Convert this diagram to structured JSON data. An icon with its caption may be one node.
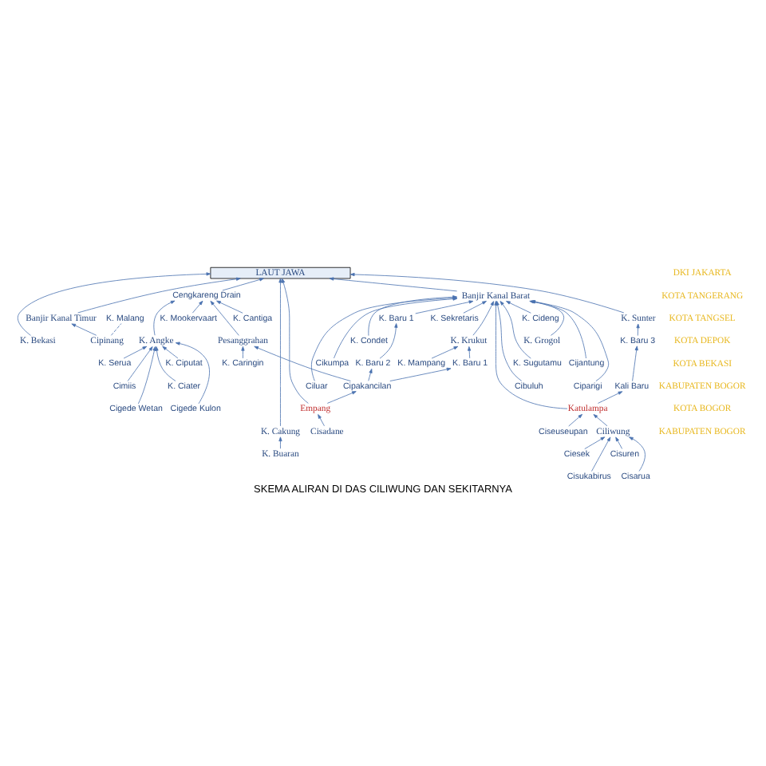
{
  "diagram": {
    "caption": "SKEMA ALIRAN DI DAS CILIWUNG DAN SEKITARNYA",
    "nodes": [
      {
        "text": [
          "LAUT JAWA"
        ]
      },
      {
        "text": [
          "Cengkareng Drain"
        ]
      },
      {
        "text": [
          "K. Mookervaart"
        ]
      },
      {
        "text": [
          "Banjir Kanal Barat"
        ]
      },
      {
        "text": [
          "K. Sekretaris"
        ]
      },
      {
        "text": [
          "K. Cideng"
        ]
      },
      {
        "text": [
          "K. Baru 1"
        ]
      },
      {
        "text": [
          "K. Cantiga"
        ]
      },
      {
        "text": [
          "K. Mampang"
        ]
      },
      {
        "text": [
          "K. Ciputat"
        ]
      },
      {
        "text": [
          "K. Serua"
        ]
      },
      {
        "text": [
          "K. Ciater"
        ]
      },
      {
        "text": [
          "K. Krukut"
        ]
      },
      {
        "text": [
          "K. Grogol"
        ]
      },
      {
        "text": [
          "K. Caringin"
        ]
      },
      {
        "text": [
          "K. Angke"
        ]
      },
      {
        "text": [
          "K. Baru 1"
        ]
      },
      {
        "text": [
          "K. Baru 2"
        ]
      },
      {
        "text": [
          "Pesanggrahan"
        ]
      },
      {
        "text": [
          "Cimiis"
        ]
      },
      {
        "text": [
          "Cigede Kulon"
        ]
      },
      {
        "text": [
          "Cigede Wetan"
        ]
      },
      {
        "text": [
          "Cipakancilan"
        ]
      },
      {
        "text": [
          "Empang"
        ]
      },
      {
        "text": [
          "Cisadane"
        ]
      },
      {
        "text": [
          "K. Condet"
        ]
      },
      {
        "text": [
          "Cijantung"
        ]
      },
      {
        "text": [
          "K. Baru 3"
        ]
      },
      {
        "text": [
          "K. Sugutamu"
        ]
      },
      {
        "text": [
          "Cikumpa"
        ]
      },
      {
        "text": [
          "Banjir Kanal Timur"
        ]
      },
      {
        "text": [
          "K. Malang"
        ]
      },
      {
        "text": [
          "K. Buaran"
        ]
      },
      {
        "text": [
          "K. Sunter"
        ]
      },
      {
        "text": [
          "K. Cakung"
        ]
      },
      {
        "text": [
          "Cipinang"
        ]
      },
      {
        "text": [
          "Ciparigi"
        ]
      },
      {
        "text": [
          "Cibuluh"
        ]
      },
      {
        "text": [
          "Ciluar"
        ]
      },
      {
        "text": [
          "Kali Baru"
        ]
      },
      {
        "text": [
          "Katulampa"
        ]
      },
      {
        "text": [
          "Ciesek"
        ]
      },
      {
        "text": [
          "Ciseuseupan"
        ]
      },
      {
        "text": [
          "Cisuren"
        ]
      },
      {
        "text": [
          "Cisukabirus"
        ]
      },
      {
        "text": [
          "Cisarua"
        ]
      },
      {
        "text": [
          "Ciliwung"
        ]
      },
      {
        "text": [
          "K. Bekasi"
        ]
      }
    ],
    "edges": [
      {
        "from": 1,
        "to": 0,
        "arrow": "to"
      },
      {
        "from": 2,
        "to": 1,
        "arrow": "to"
      },
      {
        "from": 7,
        "to": 1,
        "arrow": "to"
      },
      {
        "from": 15,
        "to": 1,
        "arrow": "to"
      },
      {
        "from": 18,
        "to": 1,
        "arrow": "to"
      },
      {
        "from": 3,
        "to": 0,
        "arrow": "to"
      },
      {
        "from": 4,
        "to": 3,
        "arrow": "to"
      },
      {
        "from": 5,
        "to": 3,
        "arrow": "to"
      },
      {
        "from": 6,
        "to": 3,
        "arrow": "to"
      },
      {
        "from": 12,
        "to": 3,
        "arrow": "to"
      },
      {
        "from": 13,
        "to": 3,
        "arrow": "to"
      },
      {
        "from": 8,
        "to": 12,
        "arrow": "to"
      },
      {
        "from": 9,
        "to": 15,
        "arrow": "to"
      },
      {
        "from": 10,
        "to": 15,
        "arrow": "to"
      },
      {
        "from": 11,
        "to": 15,
        "arrow": "to"
      },
      {
        "from": 14,
        "to": 18,
        "arrow": "to"
      },
      {
        "from": 16,
        "to": 12,
        "arrow": "to"
      },
      {
        "from": 17,
        "to": 6,
        "arrow": "to"
      },
      {
        "from": 19,
        "to": 15,
        "arrow": "to"
      },
      {
        "from": 20,
        "to": 15,
        "arrow": "to"
      },
      {
        "from": 21,
        "to": 15,
        "arrow": "to"
      },
      {
        "from": 22,
        "to": 18,
        "arrow": "to"
      },
      {
        "from": 22,
        "to": 16,
        "arrow": "to"
      },
      {
        "from": 22,
        "to": 17,
        "arrow": "to"
      },
      {
        "from": 23,
        "to": 0,
        "arrow": "to"
      },
      {
        "from": 23,
        "to": 22,
        "arrow": "to"
      },
      {
        "from": 24,
        "to": 23,
        "arrow": "to"
      },
      {
        "from": 25,
        "to": 3,
        "arrow": "to"
      },
      {
        "from": 26,
        "to": 3,
        "arrow": "to"
      },
      {
        "from": 28,
        "to": 3,
        "arrow": "to"
      },
      {
        "from": 29,
        "to": 3,
        "arrow": "to"
      },
      {
        "from": 36,
        "to": 3,
        "arrow": "to"
      },
      {
        "from": 37,
        "to": 3,
        "arrow": "to"
      },
      {
        "from": 38,
        "to": 3,
        "arrow": "to"
      },
      {
        "from": 40,
        "to": 3,
        "arrow": "to"
      },
      {
        "from": 40,
        "to": 39,
        "arrow": "to"
      },
      {
        "from": 39,
        "to": 27,
        "arrow": "to"
      },
      {
        "from": 27,
        "to": 33,
        "arrow": "to"
      },
      {
        "from": 35,
        "to": 30,
        "arrow": "to"
      },
      {
        "from": 30,
        "to": 0,
        "arrow": "to"
      },
      {
        "from": 35,
        "to": 31,
        "arrow": "none",
        "style": "dashed"
      },
      {
        "from": 33,
        "to": 0,
        "arrow": "to"
      },
      {
        "from": 32,
        "to": 34,
        "arrow": "to"
      },
      {
        "from": 34,
        "to": 0,
        "arrow": "to"
      },
      {
        "from": 47,
        "to": 0,
        "arrow": "to"
      },
      {
        "from": 41,
        "to": 46,
        "arrow": "to"
      },
      {
        "from": 43,
        "to": 46,
        "arrow": "to"
      },
      {
        "from": 44,
        "to": 46,
        "arrow": "to"
      },
      {
        "from": 45,
        "to": 46,
        "arrow": "to"
      },
      {
        "from": 42,
        "to": 40,
        "arrow": "to"
      },
      {
        "from": 46,
        "to": 40,
        "arrow": "to"
      }
    ],
    "labels": [
      "DKI JAKARTA",
      "KOTA TANGERANG",
      "KOTA TANGSEL",
      "KOTA DEPOK",
      "KOTA BEKASI",
      "KABUPATEN BOGOR",
      "KOTA BOGOR",
      "KABUPATEN BOGOR"
    ]
  }
}
